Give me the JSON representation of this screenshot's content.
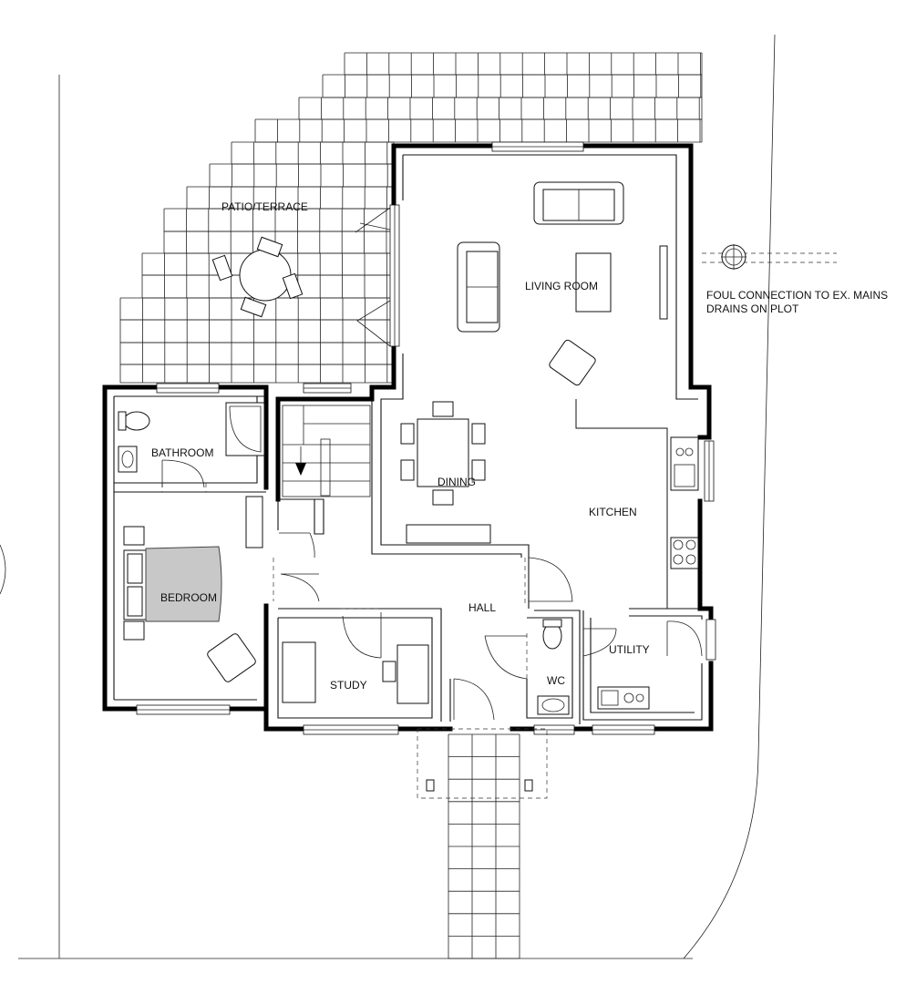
{
  "labels": {
    "patio": "PATIO/TERRACE",
    "living_room": "LIVING ROOM",
    "dining": "DINING",
    "kitchen": "KITCHEN",
    "bathroom": "BATHROOM",
    "bedroom": "BEDROOM",
    "hall": "HALL",
    "study": "STUDY",
    "wc": "WC",
    "utility": "UTILITY"
  },
  "note": {
    "line1": "FOUL CONNECTION TO EX. MAINS",
    "line2": "DRAINS ON PLOT"
  }
}
